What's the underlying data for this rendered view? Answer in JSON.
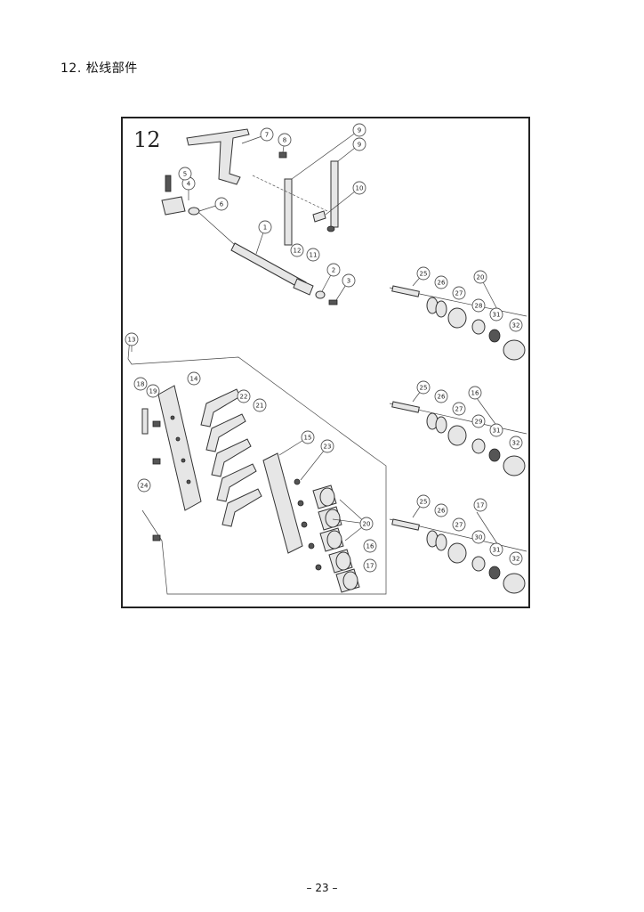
{
  "page": {
    "section_heading": "12. 松线部件",
    "page_number": "– 23 –"
  },
  "figure": {
    "number": "12",
    "callouts": [
      "1",
      "2",
      "3",
      "4",
      "5",
      "6",
      "7",
      "8",
      "9",
      "9",
      "10",
      "11",
      "12",
      "13",
      "14",
      "15",
      "16",
      "16",
      "17",
      "17",
      "18",
      "19",
      "20",
      "20",
      "21",
      "22",
      "23",
      "24",
      "25",
      "25",
      "25",
      "26",
      "26",
      "26",
      "27",
      "27",
      "27",
      "28",
      "29",
      "30",
      "31",
      "31",
      "31",
      "32",
      "32",
      "32"
    ]
  }
}
